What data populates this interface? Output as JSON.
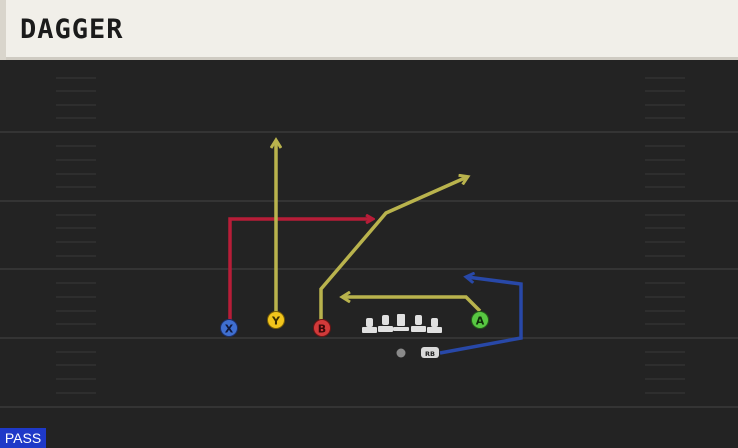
{
  "play": {
    "name": "DAGGER",
    "type_badge": "PASS"
  },
  "players": [
    {
      "label": "X",
      "color": "#3f6fd1"
    },
    {
      "label": "Y",
      "color": "#f2c51c"
    },
    {
      "label": "B",
      "color": "#d23a3a"
    },
    {
      "label": "A",
      "color": "#58c742"
    },
    {
      "label": "RB",
      "color": "#d9d9d9"
    }
  ],
  "route_colors": {
    "red": "#b71d38",
    "yellow": "#b9b34d",
    "blue": "#2848a8"
  }
}
